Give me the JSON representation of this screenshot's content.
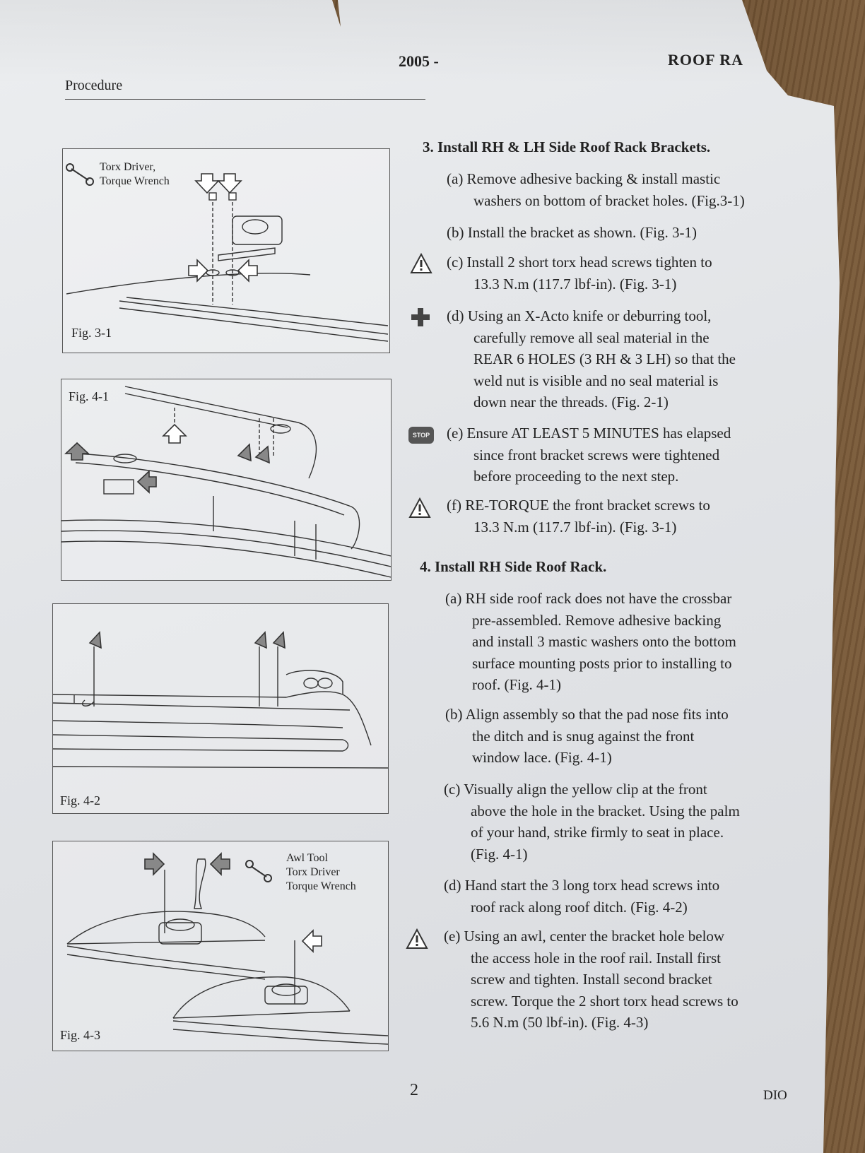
{
  "header": {
    "year": "2005 -",
    "title": "ROOF RA",
    "section": "Procedure"
  },
  "figures": {
    "fig31": {
      "label": "Fig. 3-1",
      "tools": [
        "Torx Driver,",
        "Torque Wrench"
      ]
    },
    "fig41": {
      "label": "Fig. 4-1"
    },
    "fig42": {
      "label": "Fig. 4-2"
    },
    "fig43": {
      "label": "Fig. 4-3",
      "tools": [
        "Awl Tool",
        "Torx Driver",
        "Torque Wrench"
      ]
    }
  },
  "steps": {
    "step3": {
      "title": "3.  Install RH & LH Side Roof Rack Brackets.",
      "items": {
        "a": [
          "(a) Remove adhesive backing & install mastic",
          "washers on bottom of bracket holes. (Fig.3-1)"
        ],
        "b": [
          "(b) Install the bracket as shown. (Fig. 3-1)"
        ],
        "c": [
          "(c) Install 2 short torx head screws tighten to",
          "13.3 N.m (117.7 lbf-in). (Fig. 3-1)"
        ],
        "d": [
          "(d) Using an X-Acto knife or deburring tool,",
          "carefully remove all seal material in the",
          "REAR 6 HOLES (3 RH & 3 LH) so that the",
          "weld nut is visible and no seal material is",
          "down near the threads. (Fig. 2-1)"
        ],
        "e": [
          "(e) Ensure AT LEAST 5 MINUTES has elapsed",
          "since front bracket screws were tightened",
          "before proceeding to the next step."
        ],
        "f": [
          "(f) RE-TORQUE the front bracket screws to",
          "13.3 N.m (117.7 lbf-in). (Fig. 3-1)"
        ]
      }
    },
    "step4": {
      "title": "4.  Install RH Side Roof Rack.",
      "items": {
        "a": [
          "(a) RH side roof rack does not have the crossbar",
          "pre-assembled. Remove adhesive backing",
          "and install 3 mastic washers onto the bottom",
          "surface mounting posts prior to installing to",
          "roof. (Fig. 4-1)"
        ],
        "b": [
          "(b) Align assembly so that the pad nose fits into",
          "the ditch and is snug against the front",
          "window lace. (Fig. 4-1)"
        ],
        "c": [
          "(c) Visually align the yellow clip at the front",
          "above the hole in the bracket. Using the palm",
          "of your hand, strike firmly to seat in place.",
          "(Fig. 4-1)"
        ],
        "d": [
          "(d) Hand start the 3 long torx head screws into",
          "roof rack along roof ditch. (Fig. 4-2)"
        ],
        "e": [
          "(e) Using an awl, center the bracket hole below",
          "the access hole in the roof rail. Install first",
          "screw and tighten. Install second bracket",
          "screw. Torque the 2 short torx head screws to",
          "5.6 N.m (50 lbf-in). (Fig. 4-3)"
        ]
      }
    }
  },
  "badges": {
    "stop": "STOP"
  },
  "footer": {
    "page": "2",
    "right": "DIO"
  },
  "icons": [
    "wrench-icon",
    "warning-icon",
    "plus-icon",
    "stop-icon",
    "arrow-icon",
    "screw-icon"
  ]
}
